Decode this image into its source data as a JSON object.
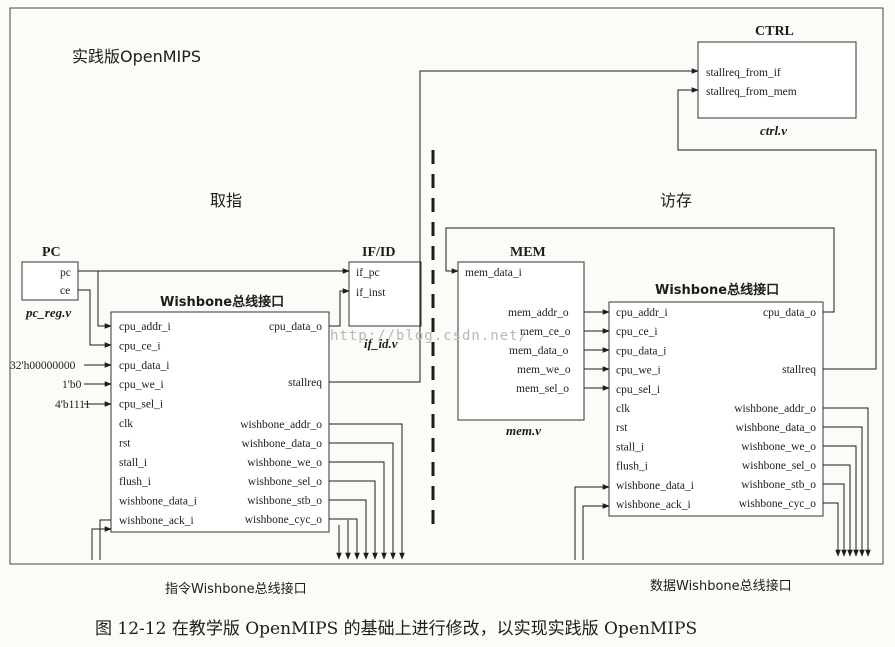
{
  "title": "实践版OpenMIPS",
  "ctrl": {
    "title": "CTRL",
    "ports": [
      "stallreq_from_if",
      "stallreq_from_mem"
    ],
    "file": "ctrl.v"
  },
  "fetch_label": "取指",
  "mem_access_label": "访存",
  "pc": {
    "title": "PC",
    "ports": [
      "pc",
      "ce"
    ],
    "file": "pc_reg.v"
  },
  "ifid": {
    "title": "IF/ID",
    "ports": [
      "if_pc",
      "if_inst"
    ],
    "file": "if_id.v"
  },
  "wb_if": {
    "title": "Wishbone总线接口",
    "left_ports": [
      "cpu_addr_i",
      "cpu_ce_i",
      "cpu_data_i",
      "cpu_we_i",
      "cpu_sel_i",
      "clk",
      "rst",
      "stall_i",
      "flush_i",
      "wishbone_data_i",
      "wishbone_ack_i"
    ],
    "right_ports": [
      "cpu_data_o",
      "stallreq",
      "wishbone_addr_o",
      "wishbone_data_o",
      "wishbone_we_o",
      "wishbone_sel_o",
      "wishbone_stb_o",
      "wishbone_cyc_o"
    ],
    "constants": [
      "32'h00000000",
      "1'b0",
      "4'b1111"
    ],
    "caption": "指令Wishbone总线接口"
  },
  "mem": {
    "title": "MEM",
    "ports": [
      "mem_data_i",
      "mem_addr_o",
      "mem_ce_o",
      "mem_data_o",
      "mem_we_o",
      "mem_sel_o"
    ],
    "file": "mem.v"
  },
  "wb_mem": {
    "title": "Wishbone总线接口",
    "left_ports": [
      "cpu_addr_i",
      "cpu_ce_i",
      "cpu_data_i",
      "cpu_we_i",
      "cpu_sel_i",
      "clk",
      "rst",
      "stall_i",
      "flush_i",
      "wishbone_data_i",
      "wishbone_ack_i"
    ],
    "right_ports": [
      "cpu_data_o",
      "stallreq",
      "wishbone_addr_o",
      "wishbone_data_o",
      "wishbone_we_o",
      "wishbone_sel_o",
      "wishbone_stb_o",
      "wishbone_cyc_o"
    ],
    "caption": "数据Wishbone总线接口"
  },
  "watermark": "http://blog.csdn.net/",
  "figure_caption": "图 12-12   在教学版 OpenMIPS 的基础上进行修改，以实现实践版 OpenMIPS"
}
